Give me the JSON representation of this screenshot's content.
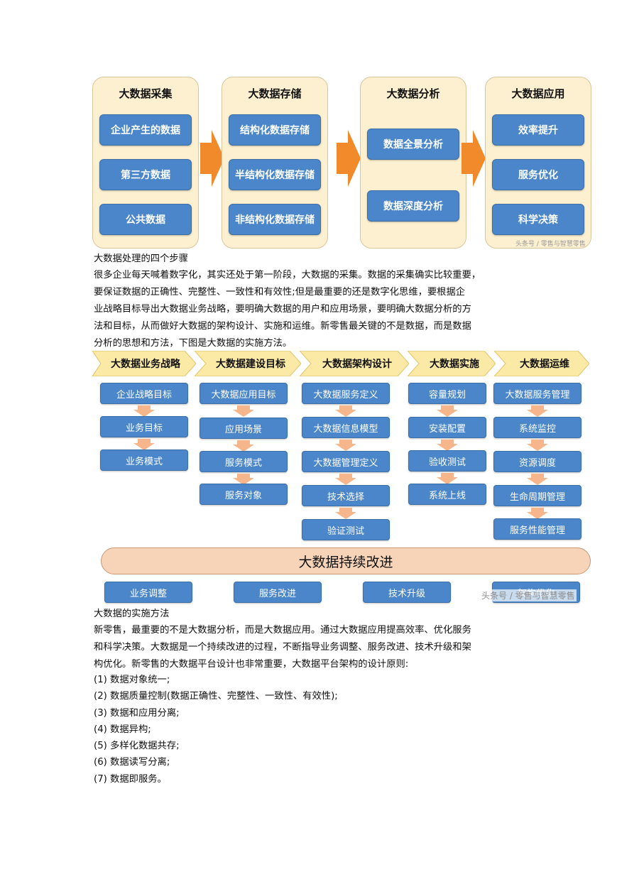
{
  "figure1": {
    "columns": [
      {
        "title": "大数据采集",
        "items": [
          "企业产生的数据",
          "第三方数据",
          "公共数据"
        ]
      },
      {
        "title": "大数据存储",
        "items": [
          "结构化数据存储",
          "半结构化数据存储",
          "非结构化数据存储"
        ]
      },
      {
        "title": "大数据分析",
        "items": [
          "数据全景分析",
          "数据深度分析"
        ]
      },
      {
        "title": "大数据应用",
        "items": [
          "效率提升",
          "服务优化",
          "科学决策"
        ]
      }
    ],
    "watermark": "头条号 / 零售与智慧零售",
    "colors": {
      "panel": "#fdf0d0",
      "box": "#4a86c9",
      "arrow": "#f08a2a"
    }
  },
  "caption1": "大数据处理的四个步骤",
  "paragraph1": [
    "很多企业每天喊着数字化，其实还处于第一阶段，大数据的采集。数据的采集确实比较重要，",
    "要保证数据的正确性、完整性、一致性和有效性;但是最重要的还是数字化思维，要根据企",
    "业战略目标导出大数据业务战略，要明确大数据的用户和应用场景，要明确大数据分析的方",
    "法和目标，从而做好大数据的架构设计、实施和运维。新零售最关键的不是数据，而是数据",
    "分析的思想和方法，下图是大数据的实施方法。"
  ],
  "figure2": {
    "stages": [
      {
        "title": "大数据业务战略",
        "items": [
          "企业战略目标",
          "业务目标",
          "业务模式"
        ]
      },
      {
        "title": "大数据建设目标",
        "items": [
          "大数据应用目标",
          "应用场景",
          "服务模式",
          "服务对象"
        ]
      },
      {
        "title": "大数据架构设计",
        "items": [
          "大数据服务定义",
          "大数据信息模型",
          "大数据管理定义",
          "技术选择",
          "验证测试"
        ]
      },
      {
        "title": "大数据实施",
        "items": [
          "容量规划",
          "安装配置",
          "验收测试",
          "系统上线"
        ]
      },
      {
        "title": "大数据运维",
        "items": [
          "大数据服务管理",
          "系统监控",
          "资源调度",
          "生命周期管理",
          "服务性能管理"
        ]
      }
    ],
    "improvement": "大数据持续改进",
    "bottom": [
      "业务调整",
      "服务改进",
      "技术升级",
      "架构优化"
    ],
    "watermark": "头条号 / 零售与智慧零售",
    "colors": {
      "chevron": "#fbe9a6",
      "box": "#4a86c9",
      "arrow": "#f6b58a",
      "bar": "#f7d3b8"
    }
  },
  "caption2": "大数据的实施方法",
  "paragraph2": [
    "新零售，最重要的不是大数据分析，而是大数据应用。通过大数据应用提高效率、优化服务",
    "和科学决策。大数据是一个持续改进的过程，不断指导业务调整、服务改进、技术升级和架",
    "构优化。新零售的大数据平台设计也非常重要，大数据平台架构的设计原则:"
  ],
  "principles": [
    "(1)  数据对象统一;",
    "(2)  数据质量控制(数据正确性、完整性、一致性、有效性);",
    "(3)  数据和应用分离;",
    "(4)  数据异构;",
    "(5)  多样化数据共存;",
    "(6)  数据读写分离;",
    "(7)  数据即服务。"
  ]
}
